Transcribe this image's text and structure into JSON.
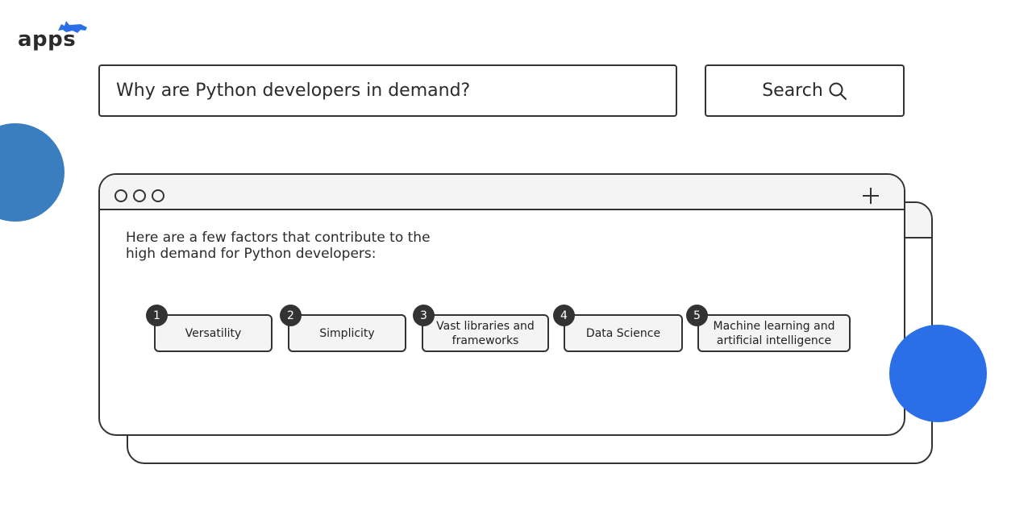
{
  "brand": {
    "name": "apps",
    "mark_color": "#2a6ee8"
  },
  "search": {
    "query": "Why are Python developers in demand?",
    "button_label": "Search"
  },
  "window": {
    "intro_line1": "Here are a few factors that contribute to the",
    "intro_line2": "high demand for Python developers:",
    "factors": [
      {
        "number": "1",
        "label": "Versatility"
      },
      {
        "number": "2",
        "label": "Simplicity"
      },
      {
        "number": "3",
        "label": "Vast libraries and frameworks"
      },
      {
        "number": "4",
        "label": "Data Science"
      },
      {
        "number": "5",
        "label": "Machine learning and artificial intelligence"
      }
    ]
  },
  "colors": {
    "accent_blue": "#2a6ee8",
    "steel_blue": "#3a7ebf",
    "outline": "#333333",
    "bar_fill": "#f4f4f4"
  }
}
